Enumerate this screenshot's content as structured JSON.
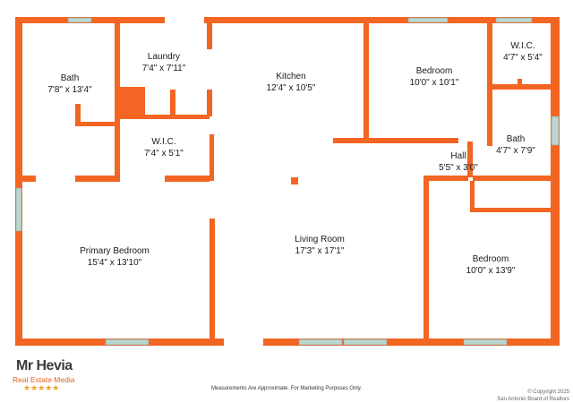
{
  "wall_color": "#f26522",
  "window_color": "#bcd6d0",
  "rooms": [
    {
      "key": "bath1",
      "name": "Bath",
      "dims": "7'8\" x 13'4\""
    },
    {
      "key": "laundry",
      "name": "Laundry",
      "dims": "7'4\" x 7'11\""
    },
    {
      "key": "kitchen",
      "name": "Kitchen",
      "dims": "12'4\" x 10'5\""
    },
    {
      "key": "bedroom1",
      "name": "Bedroom",
      "dims": "10'0\" x 10'1\""
    },
    {
      "key": "wic2",
      "name": "W.I.C.",
      "dims": "4'7\" x 5'4\""
    },
    {
      "key": "wic1",
      "name": "W.I.C.",
      "dims": "7'4\" x 5'1\""
    },
    {
      "key": "bath2",
      "name": "Bath",
      "dims": "4'7\" x 7'9\""
    },
    {
      "key": "hall",
      "name": "Hall",
      "dims": "5'5\" x 3'0\""
    },
    {
      "key": "primary",
      "name": "Primary Bedroom",
      "dims": "15'4\" x 13'10\""
    },
    {
      "key": "living",
      "name": "Living Room",
      "dims": "17'3\" x 17'1\""
    },
    {
      "key": "bedroom2",
      "name": "Bedroom",
      "dims": "10'0\" x 13'9\""
    }
  ],
  "logo": {
    "name": "Mr Hevia",
    "subtitle": "Real Estate Media",
    "stars": "★★★★★"
  },
  "disclaimer": "Measurements Are Approximate. For Marketing Purposes Only.",
  "copyright_line1": "© Copyright 2025",
  "copyright_line2": "San Antonio Board of Realtors"
}
